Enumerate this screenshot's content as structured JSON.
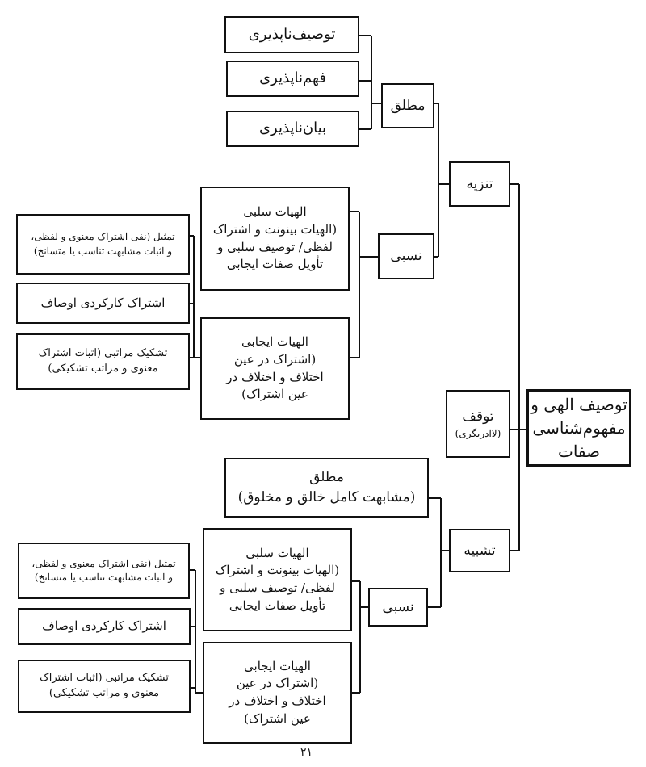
{
  "root": {
    "line1": "توصیف الهی و",
    "line2": "مفهوم‌شناسی",
    "line3": "صفات"
  },
  "tanzih": {
    "label": "تنزیه",
    "motlaq": {
      "label": "مطلق",
      "children": [
        "توصیف‌ناپذیری",
        "فهم‌ناپذیری",
        "بیان‌ناپذیری"
      ]
    },
    "nesbi": {
      "label": "نسبی",
      "salbi": {
        "title": "الهیات سلبی",
        "lines": [
          "(الهیات بینونت و اشتراک",
          "لفظی/ توصیف سلبی و",
          "تأویل صفات ایجابی"
        ]
      },
      "ijabi": {
        "title": "الهیات ایجابی",
        "lines": [
          "(اشتراک در عین",
          "اختلاف و اختلاف در",
          "عین اشتراک)"
        ]
      },
      "side": {
        "tamsil": [
          "تمثیل (نفی اشتراک معنوی و لفظی،",
          "و اثبات مشابهت تناسب یا متسانخ)"
        ],
        "karkardi": "اشتراک کارکردی اوصاف",
        "tashkik": [
          "تشکیک مراتبی (اثبات اشتراک",
          "معنوی و مراتب تشکیکی)"
        ]
      }
    }
  },
  "tavaqqof": {
    "label": "توقف",
    "sub": "(لاادریگری)"
  },
  "tashbih": {
    "label": "تشبیه",
    "motlaq": {
      "title": "مطلق",
      "sub": "(مشابهت کامل خالق و مخلوق)"
    },
    "nesbi": {
      "label": "نسبی",
      "salbi": {
        "title": "الهیات سلبی",
        "lines": [
          "(الهیات بینونت و اشتراک",
          "لفظی/ توصیف سلبی و",
          "تأویل صفات ایجابی"
        ]
      },
      "ijabi": {
        "title": "الهیات ایجابی",
        "lines": [
          "(اشتراک در عین",
          "اختلاف و اختلاف در",
          "عین اشتراک)"
        ]
      },
      "side": {
        "tamsil": [
          "تمثیل (نفی اشتراک معنوی و لفظی،",
          "و اثبات مشابهت تناسب یا متسانخ)"
        ],
        "karkardi": "اشتراک کارکردی اوصاف",
        "tashkik": [
          "تشکیک مراتبی (اثبات اشتراک",
          "معنوی و مراتب تشکیکی)"
        ]
      }
    }
  },
  "page_number": "۲۱"
}
